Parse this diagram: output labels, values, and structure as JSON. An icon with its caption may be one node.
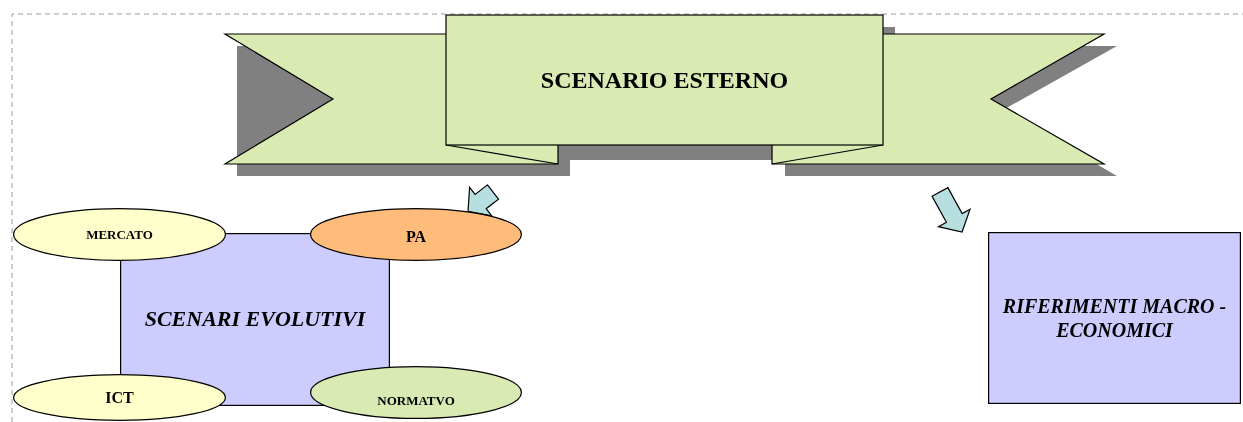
{
  "diagram": {
    "nodes": [
      {
        "text": [
          "SCENARIO ESTERNO"
        ]
      },
      {
        "text": [
          "MERCATO"
        ]
      },
      {
        "text": [
          "PA"
        ]
      },
      {
        "text": [
          "SCENARI EVOLUTIVI"
        ]
      },
      {
        "text": [
          "ICT"
        ]
      },
      {
        "text": [
          "NORMATVO"
        ]
      },
      {
        "text": [
          "RIFERIMENTI MACRO - ECONOMICI"
        ]
      }
    ],
    "edges": [
      {
        "from": 0,
        "to": 2,
        "arrow": "to"
      },
      {
        "from": 0,
        "to": 6,
        "arrow": "to"
      }
    ]
  }
}
